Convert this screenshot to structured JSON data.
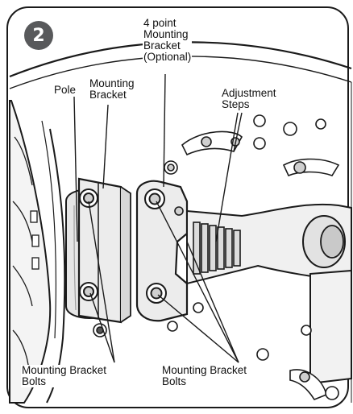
{
  "step_number": "2",
  "labels": {
    "four_point_bracket": "4 point\nMounting\nBracket\n(Optional)",
    "pole": "Pole",
    "mounting_bracket": "Mounting\nBracket",
    "adjustment_steps": "Adjustment\nSteps",
    "bolts_left": "Mounting Bracket\nBolts",
    "bolts_right": "Mounting Bracket\nBolts"
  },
  "colors": {
    "line": "#1a1a1a",
    "badge": "#58595b",
    "metal": "#e9e9e9",
    "metal_dark": "#bdbdbd"
  }
}
